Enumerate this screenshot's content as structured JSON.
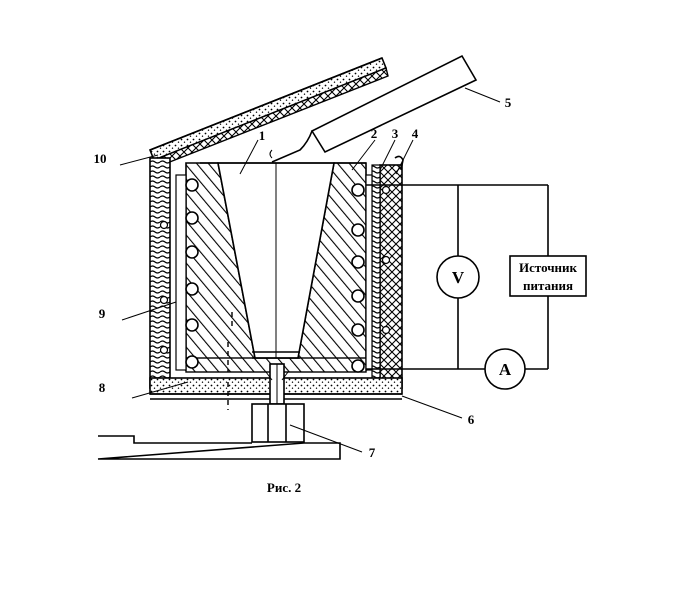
{
  "labels": {
    "l1": "1",
    "l2": "2",
    "l3": "3",
    "l4": "4",
    "l5": "5",
    "l6": "6",
    "l7": "7",
    "l8": "8",
    "l9": "9",
    "l10": "10"
  },
  "voltmeter": "V",
  "ammeter": "A",
  "power_source": {
    "line1": "Источник",
    "line2": "питания"
  },
  "caption": "Рис. 2"
}
